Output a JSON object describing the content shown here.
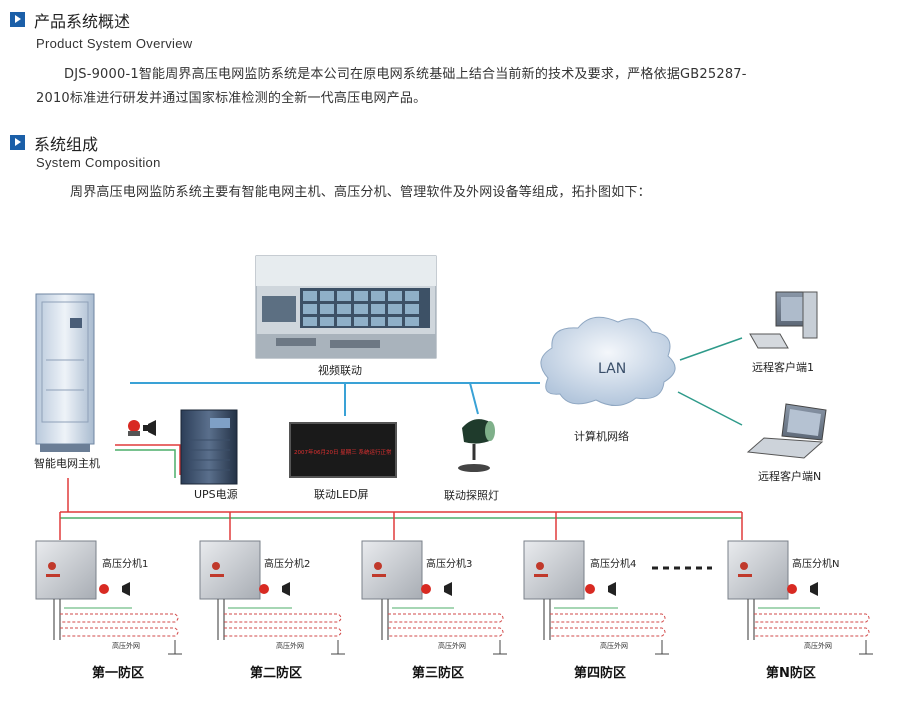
{
  "overview": {
    "title_cn": "产品系统概述",
    "title_en": "Product System Overview",
    "paragraph_line1": "DJS-9000-1智能周界高压电网监防系统是本公司在原电网系统基础上结合当前新的技术及要求，严格依据GB25287-",
    "paragraph_line2": "2010标准进行研发并通过国家标准检测的全新一代高压电网产品。"
  },
  "composition": {
    "title_cn": "系统组成",
    "title_en": "System Composition",
    "paragraph": "周界高压电网监防系统主要有智能电网主机、高压分机、管理软件及外网设备等组成，拓扑图如下："
  },
  "diagram": {
    "host_label": "智能电网主机",
    "ups_label": "UPS电源",
    "video_label": "视频联动",
    "led_label": "联动LED屏",
    "led_text": "2007年06月20日 星期三 系统运行正常",
    "searchlight_label": "联动探照灯",
    "lan_label": "LAN",
    "network_label": "计算机网络",
    "client1_label": "远程客户端1",
    "clientN_label": "远程客户端N",
    "fence_label": "高压外网",
    "branches": [
      {
        "unit": "高压分机1",
        "zone": "第一防区"
      },
      {
        "unit": "高压分机2",
        "zone": "第二防区"
      },
      {
        "unit": "高压分机3",
        "zone": "第三防区"
      },
      {
        "unit": "高压分机4",
        "zone": "第四防区"
      },
      {
        "unit": "高压分机N",
        "zone": "第N防区"
      }
    ],
    "colors": {
      "blue_line": "#3aa2d6",
      "red_line": "#e03a3a",
      "green_line": "#4cae6a",
      "teal_line": "#2e9a8a"
    }
  }
}
